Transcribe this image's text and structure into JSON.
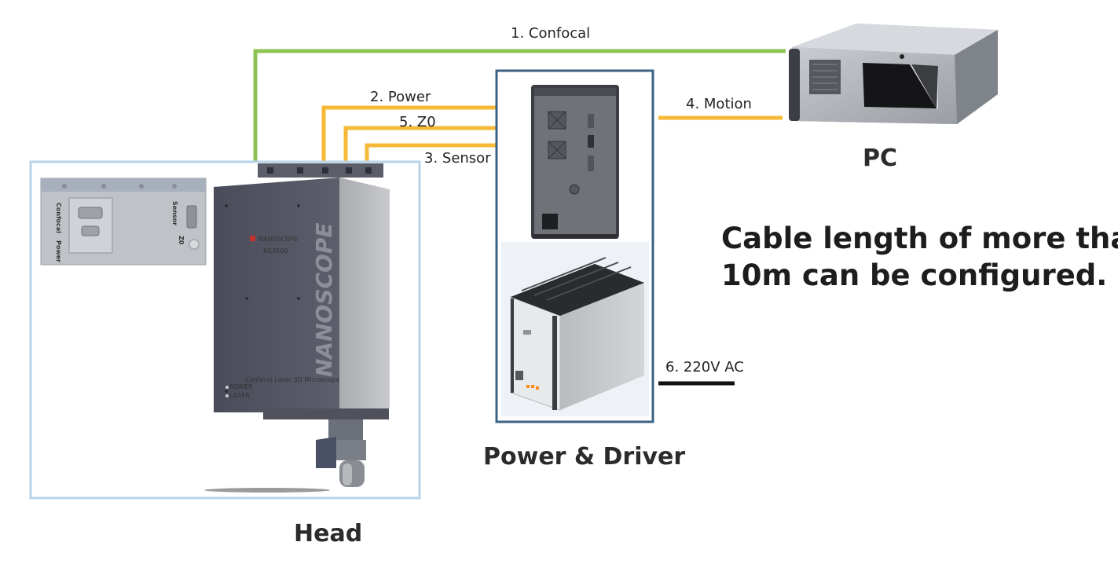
{
  "cables": [
    {
      "id": "confocal",
      "label": "1. Confocal",
      "color": "#8dc454"
    },
    {
      "id": "power",
      "label": "2. Power",
      "color": "#f6b937"
    },
    {
      "id": "z0",
      "label": "5. Z0",
      "color": "#f6b937"
    },
    {
      "id": "sensor",
      "label": "3. Sensor",
      "color": "#f6b937"
    },
    {
      "id": "motion",
      "label": "4. Motion",
      "color": "#f6b937"
    },
    {
      "id": "ac",
      "label": "6. 220V AC",
      "color": "#111111"
    }
  ],
  "components": {
    "head": {
      "label": "Head",
      "frame_color": "#b7d3e9"
    },
    "driver": {
      "label": "Power & Driver",
      "frame_color": "#3c6284"
    },
    "pc": {
      "label": "PC"
    }
  },
  "head_device": {
    "brand": "NANOSCOPE",
    "model_caption": "Confocal Laser 3D Microscope",
    "indicator_power": "POWER",
    "indicator_laser": "LASER",
    "inset_confocal": "Confocal",
    "inset_power": "Power",
    "inset_sensor": "Sensor",
    "inset_z0": "Z0"
  },
  "note": {
    "line1": "Cable length of more than",
    "line2": "10m can be configured."
  }
}
